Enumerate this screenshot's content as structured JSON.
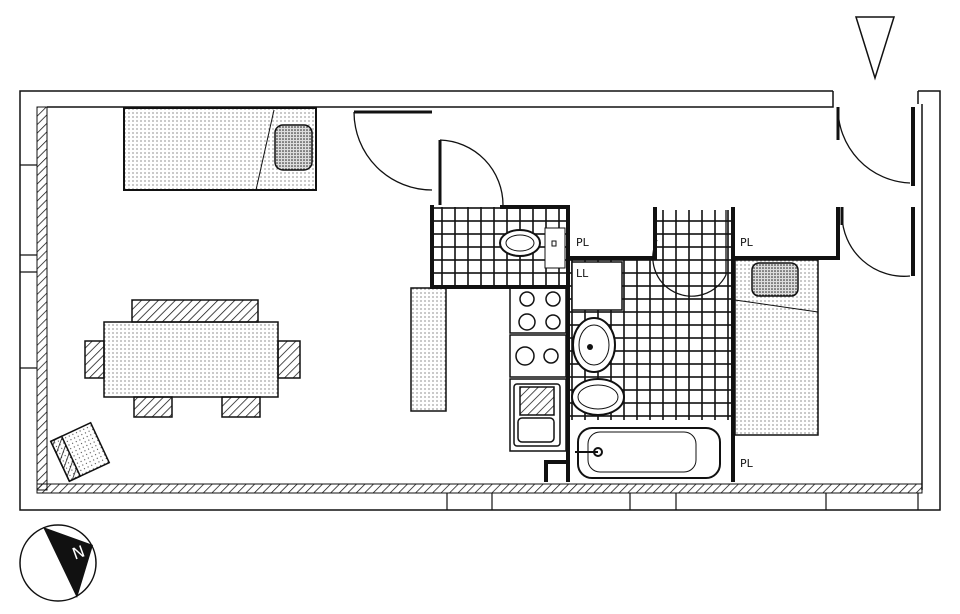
{
  "labels": {
    "pl_wc": "PL",
    "pl_bedroom": "PL",
    "pl_bath": "PL",
    "ll": "LL",
    "compass": "N"
  },
  "colors": {
    "line": "#111111",
    "background": "#ffffff"
  }
}
